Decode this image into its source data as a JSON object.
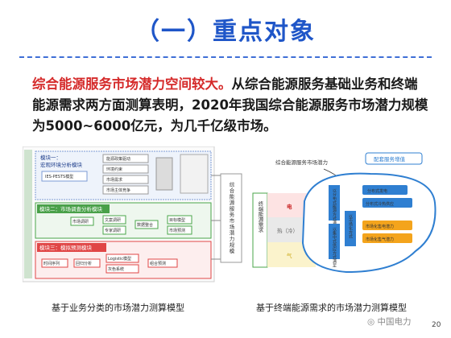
{
  "title": "（一）重点对象",
  "paragraph": {
    "highlight": "综合能源服务市场潜力空间较大。",
    "rest": "从综合能源服务基础业务和终端能源需求两方面测算表明，2020年我国综合能源服务市场潜力规模为5000~6000亿元，为几千亿级市场。"
  },
  "figure_left": {
    "module1_title": "模块一：",
    "module1_sub": "宏观环境分析模块",
    "module1_tag": "IES-PESTS模型",
    "module1_items": [
      "能源政策驱动",
      "环境约束",
      "市场需求",
      "市场主体竞争"
    ],
    "module2_title": "模块二：市场调查分析模块",
    "module2_items": [
      "市场调研",
      "文案调研",
      "专家调研",
      "数据整合",
      "目标模型",
      "市场预测"
    ],
    "module3_title": "模块三：模拟预测模块",
    "module3_items": [
      "时间序列",
      "回归分析",
      "Logistic模型",
      "灰色系统",
      "组合预测"
    ],
    "output_label": "综合能源服务市场潜力规模",
    "caption": "基于业务分类的市场潜力测算模型"
  },
  "figure_right": {
    "top_left_label": "综合能源服务市场潜力",
    "top_right_label": "配套服务增值",
    "axis_label": "终端能源需求",
    "rows": [
      "电",
      "热（冷）",
      "气"
    ],
    "bubble_center": [
      "以分布式能源方式满足",
      "以集中式供应方式满足",
      "以市场化方式"
    ],
    "bubble_items": [
      "分布式发电",
      "分布式冷热供应",
      "市场化售电潜力",
      "市场化售气潜力"
    ],
    "caption": "基于终端能源需求的市场潜力测算模型"
  },
  "watermark": "中国电力",
  "page_number": "20",
  "colors": {
    "title": "#1f56c8",
    "highlight": "#d52a2a",
    "orange": "#f4a41c",
    "green": "#3c9b3c",
    "red": "#e04646",
    "blue": "#2f7fd1"
  }
}
